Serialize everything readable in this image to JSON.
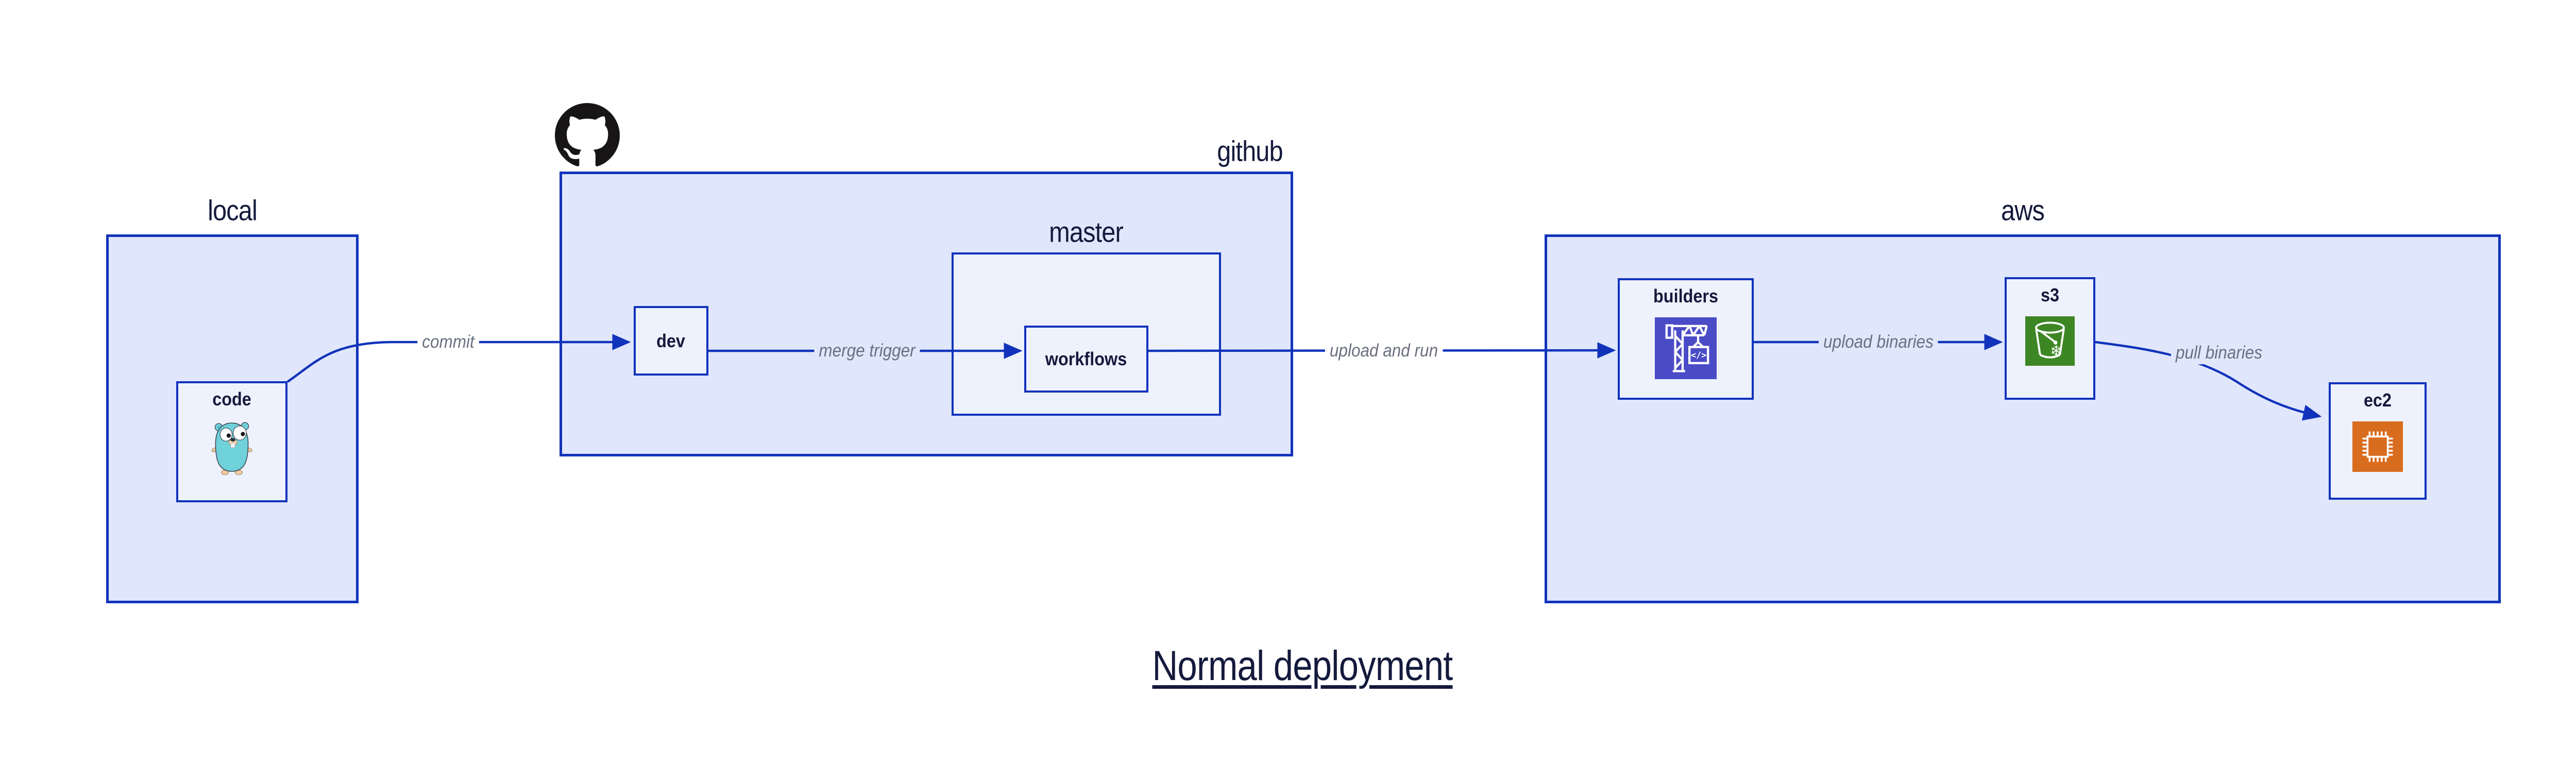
{
  "title": "Normal deployment",
  "zones": {
    "local": {
      "label": "local"
    },
    "github": {
      "label": "github"
    },
    "master": {
      "label": "master"
    },
    "aws": {
      "label": "aws"
    }
  },
  "nodes": {
    "code": {
      "label": "code",
      "icon": "go-gopher-icon"
    },
    "dev": {
      "label": "dev"
    },
    "workflows": {
      "label": "workflows"
    },
    "builders": {
      "label": "builders",
      "icon": "codebuild-crane-icon"
    },
    "s3": {
      "label": "s3",
      "icon": "s3-bucket-icon"
    },
    "ec2": {
      "label": "ec2",
      "icon": "ec2-chip-icon"
    }
  },
  "edges": {
    "commit": {
      "label": "commit"
    },
    "merge_trigger": {
      "label": "merge trigger"
    },
    "upload_and_run": {
      "label": "upload and run"
    },
    "upload_binaries": {
      "label": "upload binaries"
    },
    "pull_binaries": {
      "label": "pull binaries"
    }
  },
  "logos": {
    "github": "github-octocat-logo"
  },
  "colors": {
    "border_blue": "#1133bb",
    "panel_fill": "#e0e6fb",
    "master_fill": "#edf1fc",
    "node_fill": "#eef2fd",
    "text_navy": "#141a3c",
    "edge_label_gray": "#6b7080",
    "github_black": "#171515",
    "gopher_teal": "#6fd1da",
    "builders_indigo": "#4a4bc7",
    "s3_green": "#3d8624",
    "ec2_orange": "#d96d1f"
  }
}
